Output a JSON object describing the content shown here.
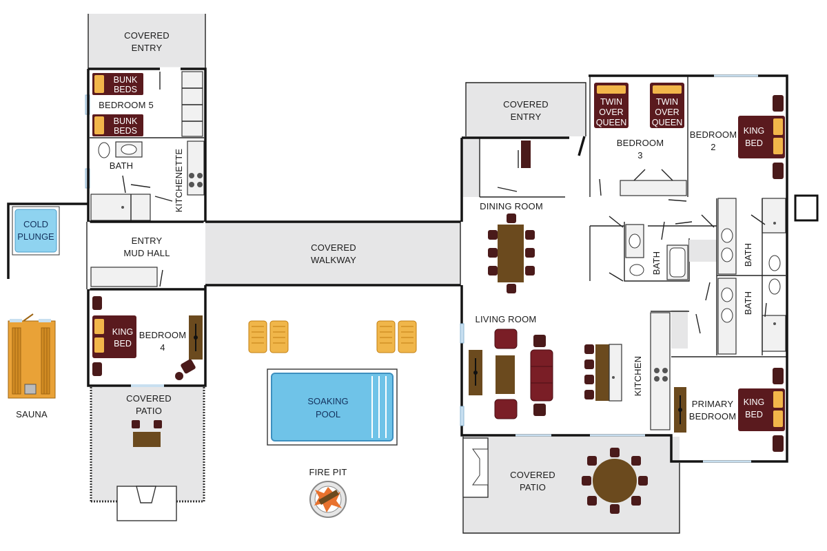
{
  "labels": {
    "covered_entry_left": [
      "COVERED",
      "ENTRY"
    ],
    "bunk_beds": [
      "BUNK",
      "BEDS"
    ],
    "bedroom5": "BEDROOM 5",
    "bath_left": "BATH",
    "kitchenette": "KITCHENETTE",
    "cold_plunge": [
      "COLD",
      "PLUNGE"
    ],
    "entry_mud_hall": [
      "ENTRY",
      "MUD HALL"
    ],
    "covered_walkway": [
      "COVERED",
      "WALKWAY"
    ],
    "king_bed": [
      "KING",
      "BED"
    ],
    "bedroom4": [
      "BEDROOM",
      "4"
    ],
    "sauna": "SAUNA",
    "covered_patio_left": [
      "COVERED",
      "PATIO"
    ],
    "soaking_pool": [
      "SOAKING",
      "POOL"
    ],
    "fire_pit": "FIRE PIT",
    "covered_entry_right": [
      "COVERED",
      "ENTRY"
    ],
    "twin_over_queen": [
      "TWIN",
      "OVER",
      "QUEEN"
    ],
    "bedroom3": [
      "BEDROOM",
      "3"
    ],
    "bedroom2": [
      "BEDROOM",
      "2"
    ],
    "dining_room": "DINING ROOM",
    "living_room": "LIVING ROOM",
    "bath": "BATH",
    "kitchen": "KITCHEN",
    "primary_bedroom": [
      "PRIMARY",
      "BEDROOM"
    ],
    "covered_patio_right": [
      "COVERED",
      "PATIO"
    ]
  },
  "colors": {
    "wall": "#141414",
    "covered_area": "#e6e6e7",
    "wood": "#6b4a1e",
    "upholstery": "#5a1a1e",
    "pillow": "#f2b64a",
    "pool_water": "#6fc3e8",
    "sauna": "#e9a237"
  }
}
